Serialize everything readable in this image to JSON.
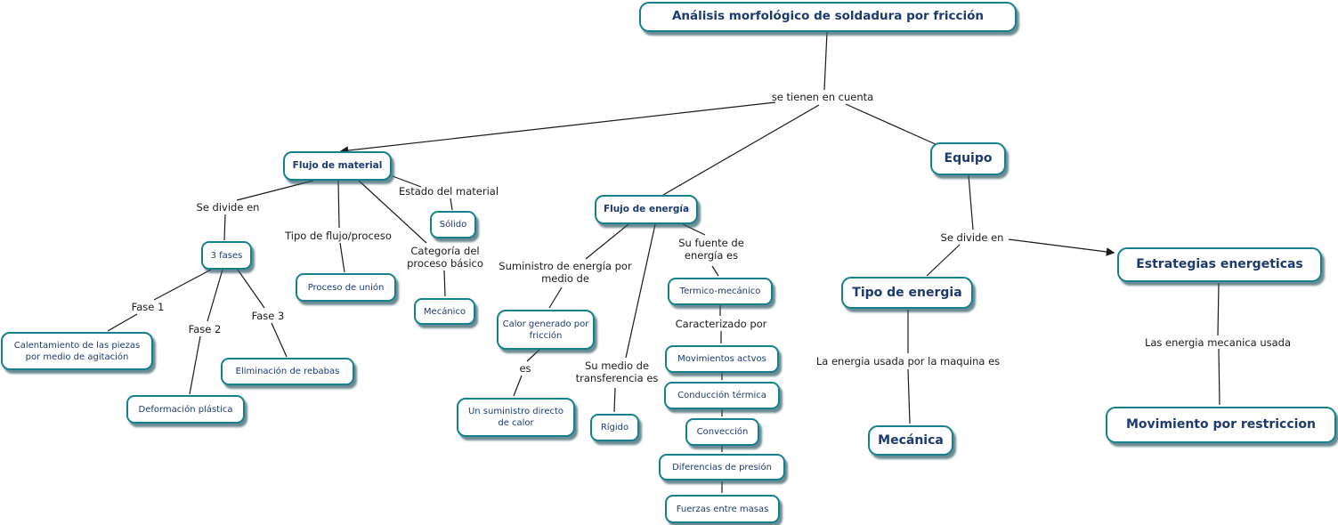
{
  "diagram": {
    "type": "concept-map",
    "concepts": {
      "titulo": "Análisis morfológico de soldadura por fricción",
      "flujo_material": "Flujo de material",
      "tres_fases": "3 fases",
      "calentamiento": "Calentamiento de las piezas por medio de agitación",
      "deformacion_plastica": "Deformación plástica",
      "eliminacion_rebabas": "Eliminación de rebabas",
      "proceso_union": "Proceso de unión",
      "solido": "Sólido",
      "mecanico": "Mecánico",
      "flujo_energia": "Flujo de energía",
      "calor_generado": "Calor generado por fricción",
      "suministro_directo": "Un suministro directo de calor",
      "rigido": "Rígido",
      "termico_mecanico": "Termico-mecánico",
      "movimientos_activos": "Movimientos actvos",
      "conduccion_termica": "Conducción térmica",
      "conveccion": "Convección",
      "diferencias_presion": "Diferencias de presión",
      "fuerzas_masas": "Fuerzas entre masas",
      "equipo": "Equipo",
      "tipo_energia": "Tipo de energia",
      "estrategias_energeticas": "Estrategias energeticas",
      "mecanica": "Mecánica",
      "movimiento_restriccion": "Movimiento por restriccion"
    },
    "linking_phrases": {
      "se_tienen_en_cuenta": "se tienen en cuenta",
      "se_divide_en_izq": "Se divide en",
      "tipo_flujo_proceso": "Tipo de flujo/proceso",
      "estado_material": "Estado del material",
      "categoria_proceso": "Categoría del proceso básico",
      "fase_1": "Fase 1",
      "fase_2": "Fase 2",
      "fase_3": "Fase 3",
      "suministro_energia": "Suministro de energía por medio de",
      "es": "es",
      "su_medio_transferencia": "Su medio de transferencia es",
      "su_fuente_energia": "Su fuente de energía es",
      "caracterizado_por": "Caracterizado por",
      "se_divide_en_der": "Se divide en",
      "la_energia_usada": "La energia usada por la maquina es",
      "las_energia_mecanica": "Las energia mecanica usada"
    },
    "relations": [
      {
        "from": "titulo",
        "phrase": "se_tienen_en_cuenta",
        "to": [
          "flujo_material",
          "flujo_energia",
          "equipo"
        ],
        "arrow_to": [
          "flujo_material"
        ]
      },
      {
        "from": "flujo_material",
        "phrase": "se_divide_en_izq",
        "to": [
          "tres_fases"
        ]
      },
      {
        "from": "tres_fases",
        "phrase": "fase_1",
        "to": [
          "calentamiento"
        ]
      },
      {
        "from": "tres_fases",
        "phrase": "fase_2",
        "to": [
          "deformacion_plastica"
        ]
      },
      {
        "from": "tres_fases",
        "phrase": "fase_3",
        "to": [
          "eliminacion_rebabas"
        ]
      },
      {
        "from": "flujo_material",
        "phrase": "tipo_flujo_proceso",
        "to": [
          "proceso_union"
        ]
      },
      {
        "from": "flujo_material",
        "phrase": "estado_material",
        "to": [
          "solido"
        ]
      },
      {
        "from": "flujo_material",
        "phrase": "categoria_proceso",
        "to": [
          "mecanico"
        ]
      },
      {
        "from": "flujo_energia",
        "phrase": "suministro_energia",
        "to": [
          "calor_generado"
        ]
      },
      {
        "from": "calor_generado",
        "phrase": "es",
        "to": [
          "suministro_directo"
        ]
      },
      {
        "from": "flujo_energia",
        "phrase": "su_medio_transferencia",
        "to": [
          "rigido"
        ]
      },
      {
        "from": "flujo_energia",
        "phrase": "su_fuente_energia",
        "to": [
          "termico_mecanico"
        ]
      },
      {
        "from": "termico_mecanico",
        "phrase": "caracterizado_por",
        "to": [
          "movimientos_activos"
        ]
      },
      {
        "from": "movimientos_activos",
        "phrase": null,
        "to": [
          "conduccion_termica"
        ]
      },
      {
        "from": "conduccion_termica",
        "phrase": null,
        "to": [
          "conveccion"
        ]
      },
      {
        "from": "conveccion",
        "phrase": null,
        "to": [
          "diferencias_presion"
        ]
      },
      {
        "from": "diferencias_presion",
        "phrase": null,
        "to": [
          "fuerzas_masas"
        ]
      },
      {
        "from": "equipo",
        "phrase": "se_divide_en_der",
        "to": [
          "tipo_energia",
          "estrategias_energeticas"
        ],
        "arrow_to": [
          "estrategias_energeticas"
        ]
      },
      {
        "from": "tipo_energia",
        "phrase": "la_energia_usada",
        "to": [
          "mecanica"
        ]
      },
      {
        "from": "estrategias_energeticas",
        "phrase": "las_energia_mecanica",
        "to": [
          "movimiento_restriccion"
        ]
      }
    ],
    "colors": {
      "box_border": "#16808e",
      "box_fill": "#ffffff",
      "box_text": "#1c3a6e",
      "box_shadow": "#55828c",
      "connector": "#1a1a1a",
      "background": "#ffffff"
    }
  }
}
